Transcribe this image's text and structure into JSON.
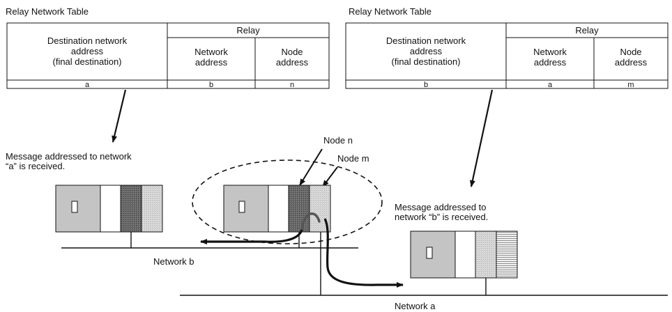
{
  "left_table": {
    "caption": "Relay Network Table",
    "dest_header": [
      "Destination network",
      "address",
      "(final destination)"
    ],
    "relay_header": "Relay",
    "net_addr_header": [
      "Network",
      "address"
    ],
    "node_addr_header": [
      "Node",
      "address"
    ],
    "row": {
      "dest": "a",
      "net": "b",
      "node": "n"
    }
  },
  "right_table": {
    "caption": "Relay Network Table",
    "dest_header": [
      "Destination network",
      "address",
      "(final destination)"
    ],
    "relay_header": "Relay",
    "net_addr_header": [
      "Network",
      "address"
    ],
    "node_addr_header": [
      "Node",
      "address"
    ],
    "row": {
      "dest": "b",
      "net": "a",
      "node": "m"
    }
  },
  "labels": {
    "msg_a": [
      "Message addressed to network",
      "“a” is received."
    ],
    "msg_b": [
      "Message addressed to",
      "network “b” is received."
    ],
    "node_n": "Node n",
    "node_m": "Node m",
    "network_b": "Network b",
    "network_a": "Network a"
  },
  "colors": {
    "cpu_unit": "#c4c4c4",
    "blank_unit": "#ffffff",
    "dark_unit": "#6a6a6a",
    "light_unit": "#dadada",
    "line": "#111111",
    "relay_path": "#555555"
  }
}
